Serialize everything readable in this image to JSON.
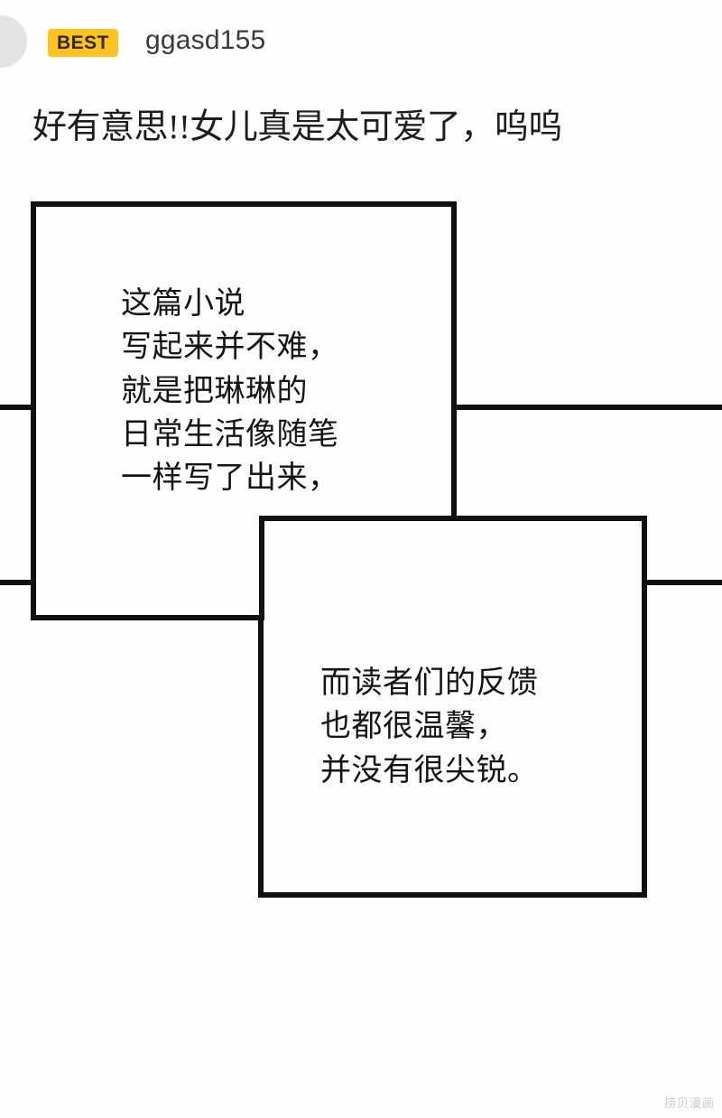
{
  "comment": {
    "badge_label": "BEST",
    "badge_color": "#FFC220",
    "username": "ggasd155",
    "text": "好有意思!!女儿真是太可爱了，呜呜",
    "avatar_icon": "user-avatar-placeholder"
  },
  "comic": {
    "panels": [
      {
        "id": "panel-1",
        "text": "这篇小说\n写起来并不难，\n就是把琳琳的\n日常生活像随笔\n一样写了出来，"
      },
      {
        "id": "panel-2",
        "text": "而读者们的反馈\n也都很温馨，\n并没有很尖锐。"
      }
    ],
    "line_color": "#111111",
    "background_color": "#FEFEFE"
  },
  "watermark": {
    "text": "捞贝漫画"
  }
}
